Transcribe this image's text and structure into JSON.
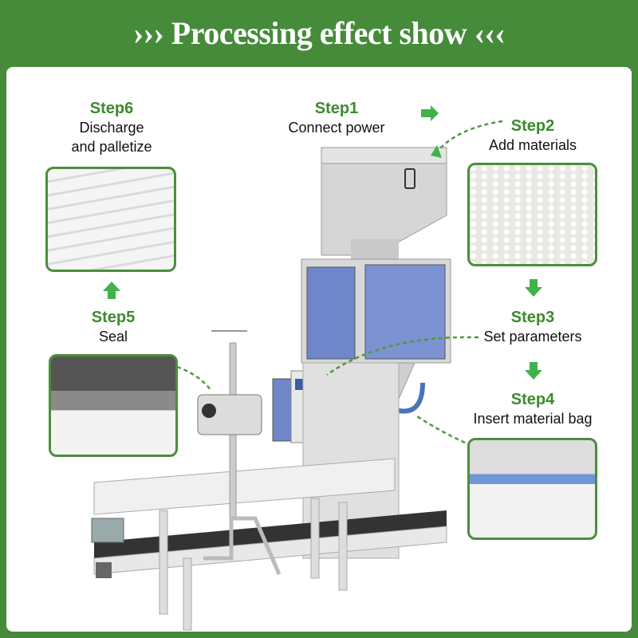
{
  "title": "››› Processing effect show ‹‹‹",
  "steps": [
    {
      "label": "Step1",
      "desc": "Connect power"
    },
    {
      "label": "Step2",
      "desc": "Add materials"
    },
    {
      "label": "Step3",
      "desc": "Set parameters"
    },
    {
      "label": "Step4",
      "desc": "Insert material bag"
    },
    {
      "label": "Step5",
      "desc": "Seal"
    },
    {
      "label": "Step6",
      "desc": "Discharge",
      "desc2": "and palletize"
    }
  ],
  "colors": {
    "brand_green": "#468b3a",
    "step_green": "#3d8a2e",
    "panel_blue": "#6f86c9"
  }
}
